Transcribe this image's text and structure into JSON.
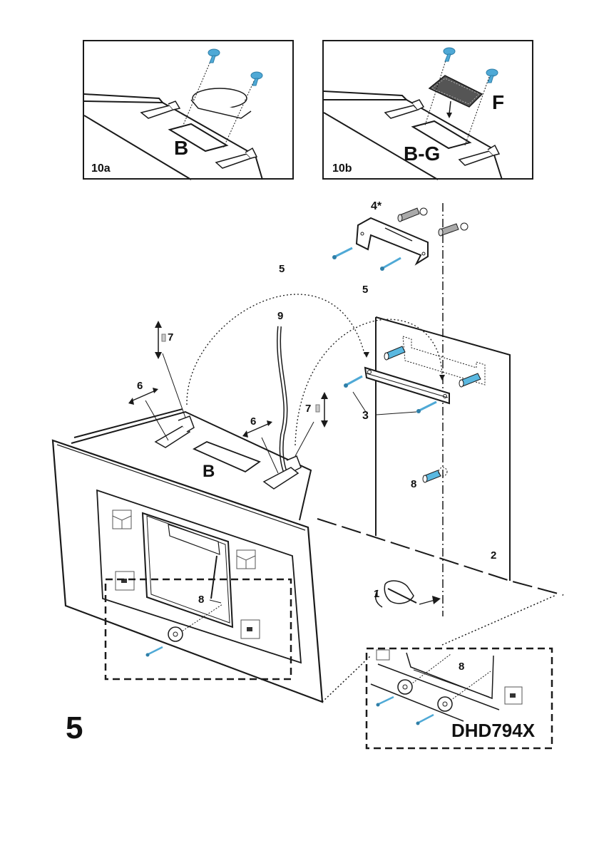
{
  "figure": {
    "step_number": "5",
    "model_label": "DHD794X"
  },
  "panels": [
    {
      "id": "10a",
      "label": "10a",
      "part_label": "B"
    },
    {
      "id": "10b",
      "label": "10b",
      "part_label": "B-G",
      "extra_label": "F"
    }
  ],
  "callouts": {
    "marking": "1",
    "wall": "2",
    "rail_screws": "3",
    "bracket_optional": "4*",
    "hook_arc_1": "5",
    "hook_arc_2": "5",
    "slider_left": "6",
    "slider_right": "6",
    "spring_left": "7",
    "spring_right": "7",
    "wall_plug": "8",
    "detail_screw_left": "8",
    "detail_screw_right": "8",
    "cable": "9",
    "outlet": "B"
  },
  "colors": {
    "line": "#1a1a1a",
    "fastener": "#4fa9d6",
    "fastener_dark": "#2f7fa8",
    "plug": "#5ab8e0"
  }
}
